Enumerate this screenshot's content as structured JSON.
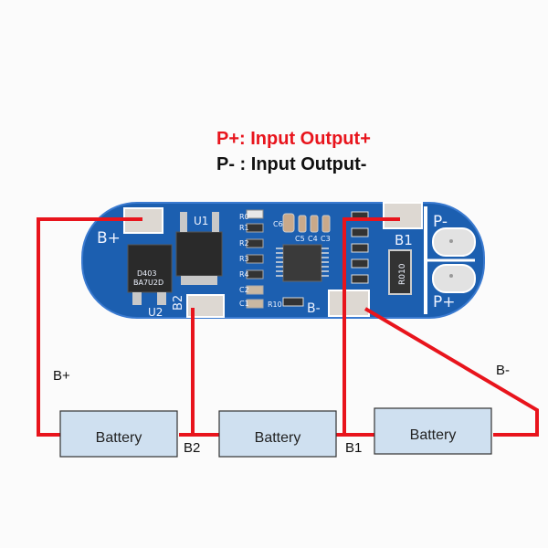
{
  "legend": {
    "p_plus": "P+: Input Output+",
    "p_minus": "P- : Input Output-"
  },
  "colors": {
    "wire": "#e8141c",
    "pcb": "#1c5fb0",
    "battery_fill": "#cfe0f0",
    "pad": "#dcd6cf"
  },
  "pcb": {
    "pads": {
      "b_plus": "B+",
      "b2": "B2",
      "b_minus": "B-",
      "b1": "B1",
      "p_minus": "P-",
      "p_plus": "P+"
    },
    "silkscreen": {
      "u1": "U1",
      "u2": "U2",
      "r0": "R0",
      "r1": "R1",
      "r2": "R2",
      "r3": "R3",
      "r4": "R4",
      "c1": "C1",
      "c2": "C2",
      "c3": "C3",
      "c4": "C4",
      "c5": "C5",
      "c6": "C6",
      "r10": "R10",
      "shunt": "R010",
      "mosfet_text_1": "D403",
      "mosfet_text_2": "BA7U2D"
    }
  },
  "wires": {
    "b_plus": "B+",
    "b2": "B2",
    "b1": "B1",
    "b_minus": "B-"
  },
  "batteries": [
    {
      "label": "Battery"
    },
    {
      "label": "Battery"
    },
    {
      "label": "Battery"
    }
  ]
}
